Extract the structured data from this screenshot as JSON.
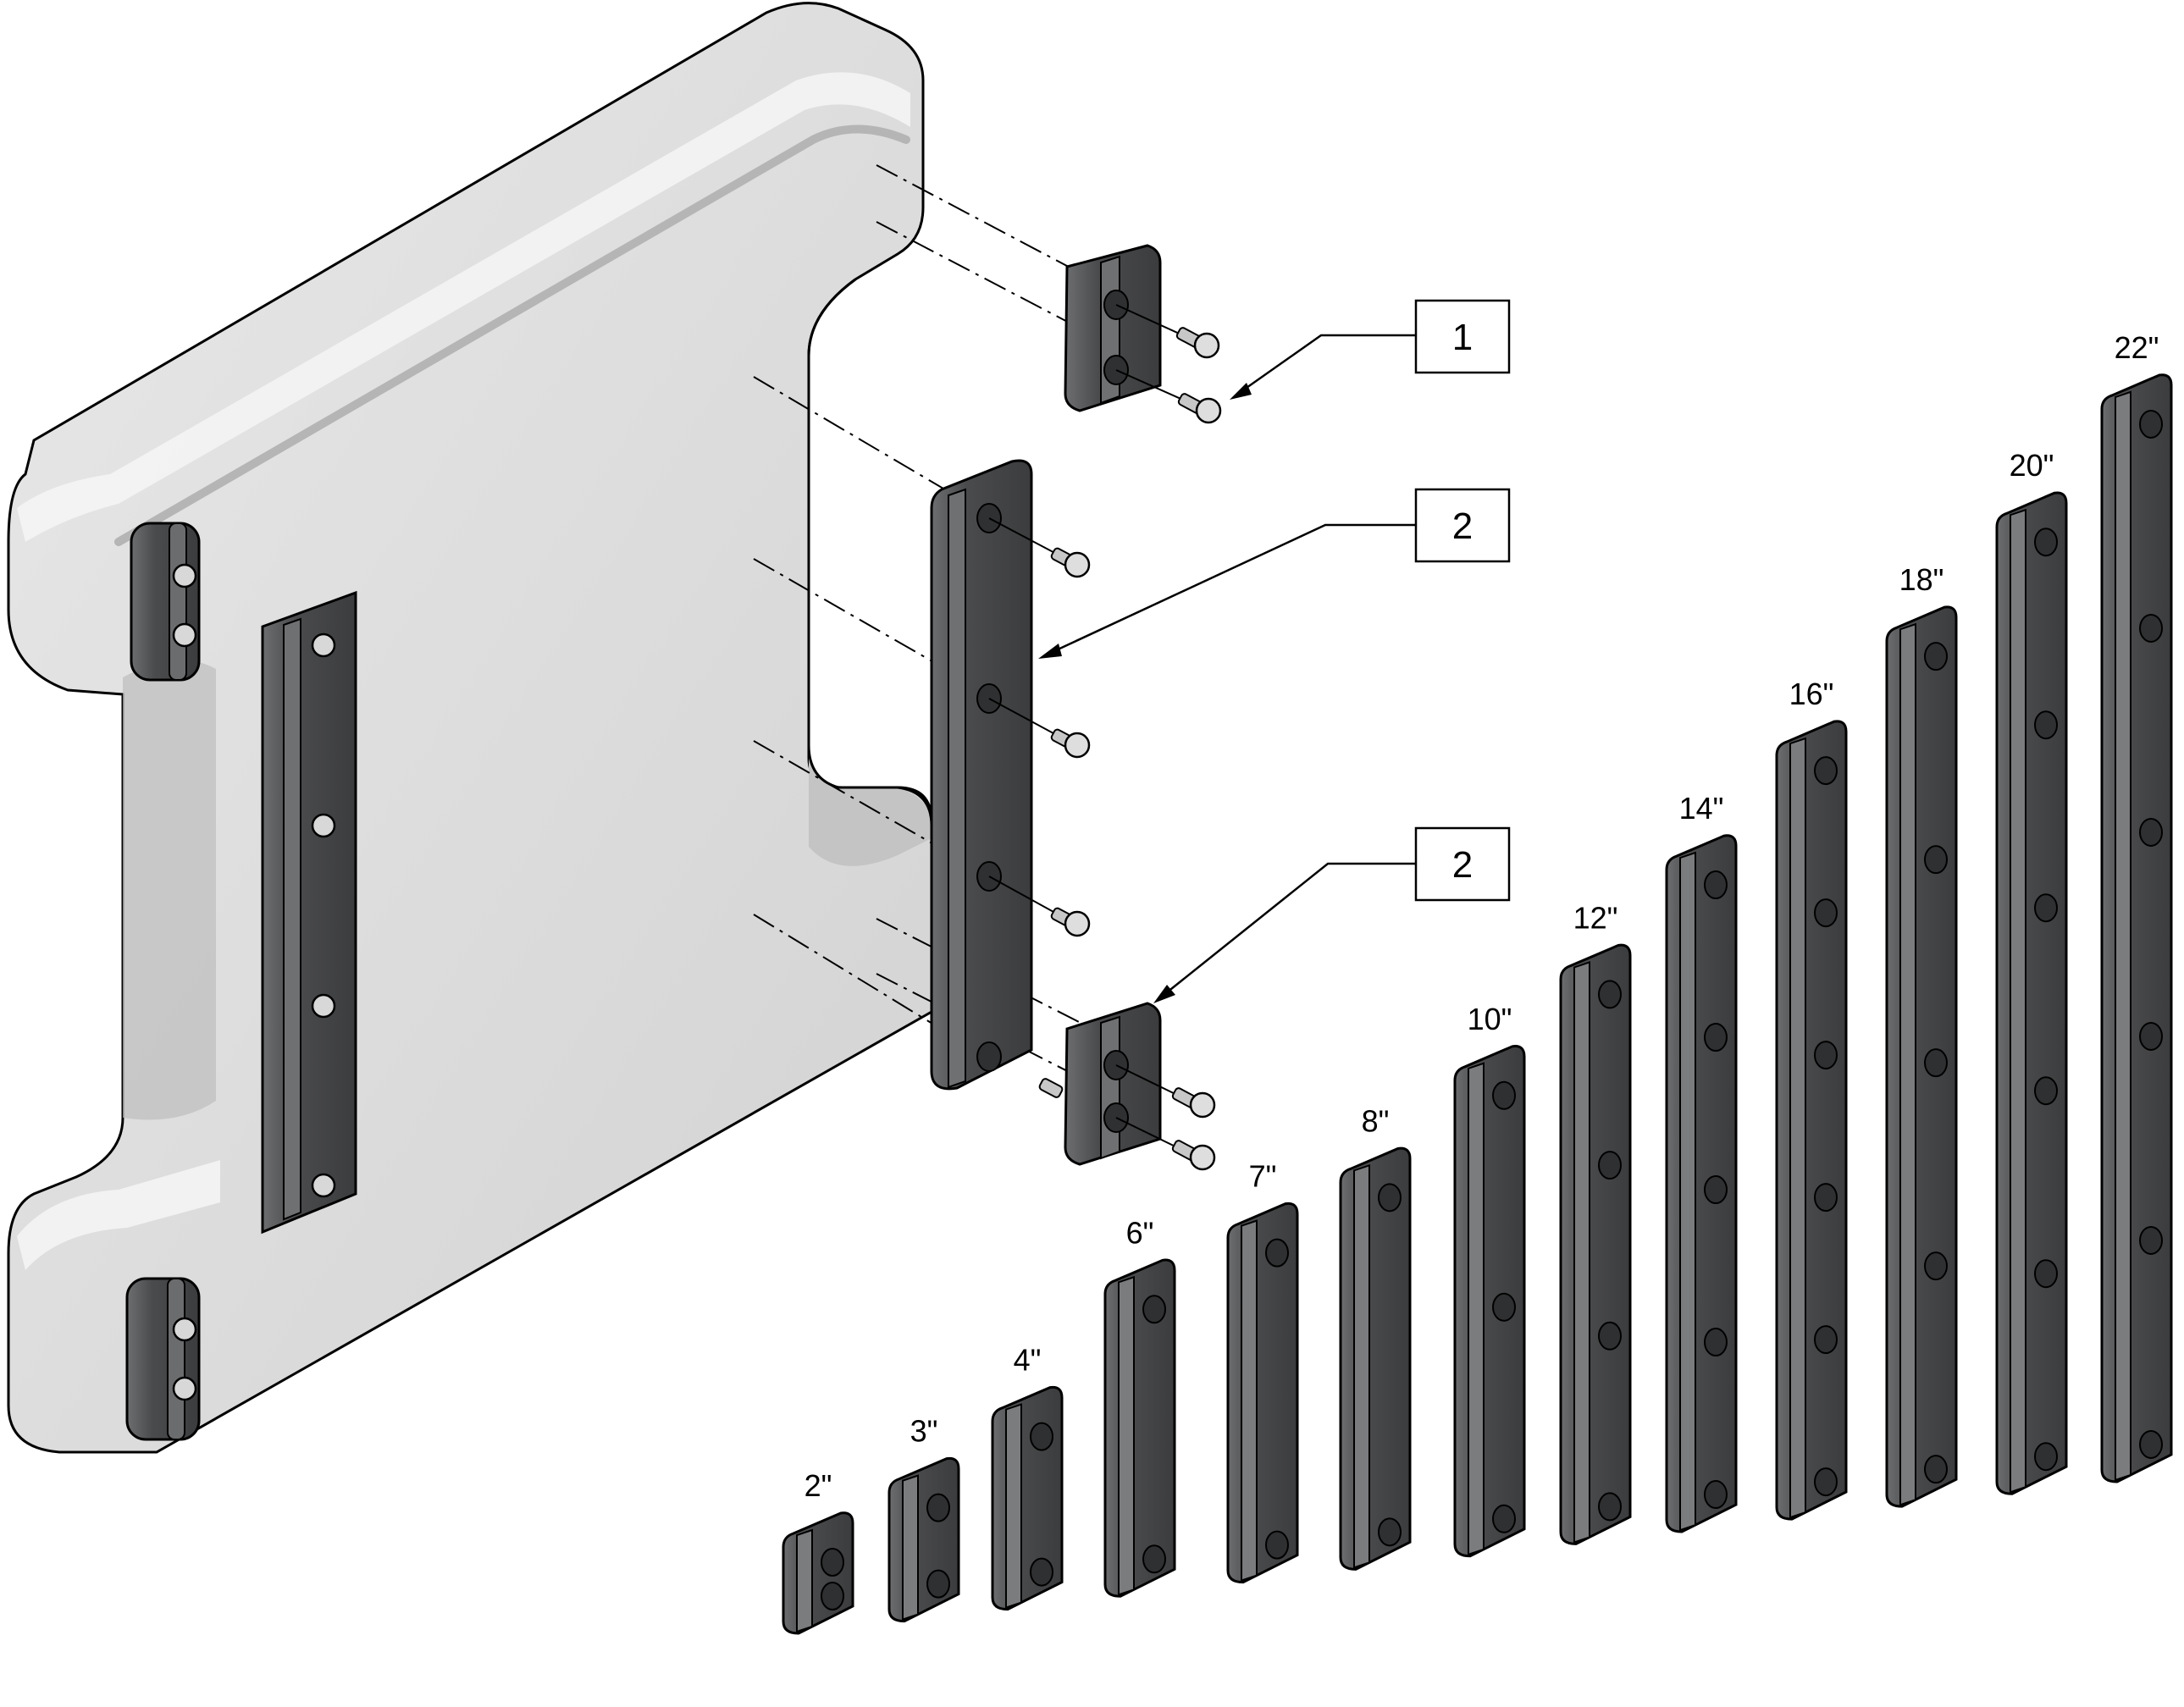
{
  "callouts": [
    {
      "number": "1",
      "target": "button-head-screw"
    },
    {
      "number": "2",
      "target": "long-rail"
    },
    {
      "number": "2",
      "target": "short-clip"
    }
  ],
  "rails": [
    {
      "size": "2\"",
      "holes": 2
    },
    {
      "size": "3\"",
      "holes": 2
    },
    {
      "size": "4\"",
      "holes": 2
    },
    {
      "size": "6\"",
      "holes": 2
    },
    {
      "size": "7\"",
      "holes": 2
    },
    {
      "size": "8\"",
      "holes": 2
    },
    {
      "size": "10\"",
      "holes": 3
    },
    {
      "size": "12\"",
      "holes": 4
    },
    {
      "size": "14\"",
      "holes": 5
    },
    {
      "size": "16\"",
      "holes": 6
    },
    {
      "size": "18\"",
      "holes": 5
    },
    {
      "size": "20\"",
      "holes": 6
    },
    {
      "size": "22\"",
      "holes": 6
    }
  ],
  "colors": {
    "rail_fill": "#4a4b4d",
    "rail_highlight": "#7b7c7e",
    "pad_fill": "#dcdcdc",
    "pad_light": "#eeeeee",
    "pad_shadow": "#a9a9a9",
    "outline": "#000000"
  }
}
